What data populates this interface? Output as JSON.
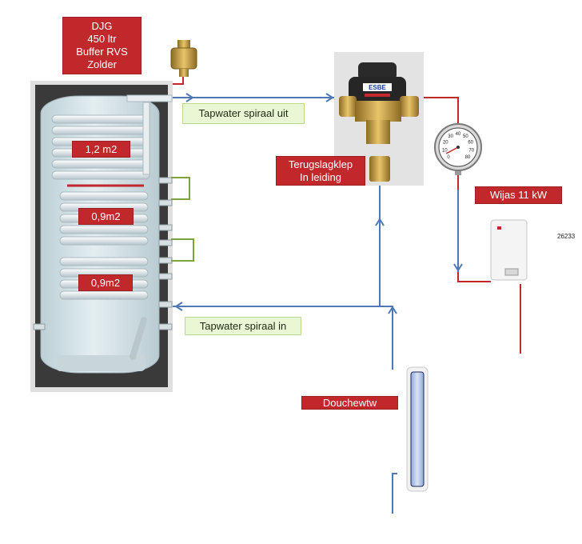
{
  "labels": {
    "tank_title": "DJG\n450 ltr\nBuffer RVS\nZolder",
    "coil_top": "1,2 m2",
    "coil_middle": "0,9m2",
    "coil_bottom": "0,9m2",
    "spiral_out": "Tapwater spiraal uit",
    "spiral_in": "Tapwater spiraal in",
    "check_valve": "Terugslagklep\nIn leiding",
    "heater": "Wijas 11 kW",
    "shower": "Douchewtw",
    "heater_code": "26233",
    "valve_brand": "ESBE"
  },
  "gauge": {
    "ticks": [
      "0",
      "10",
      "20",
      "30",
      "40",
      "50",
      "60",
      "70",
      "80"
    ]
  },
  "colors": {
    "hot_pipe": "#c0282b",
    "cold_pipe": "#4f77b5",
    "label_red": "#c0282b",
    "label_green": "#e9f7d4",
    "loop_green": "#7da33c",
    "tank_glass": "#d4e4e8"
  }
}
